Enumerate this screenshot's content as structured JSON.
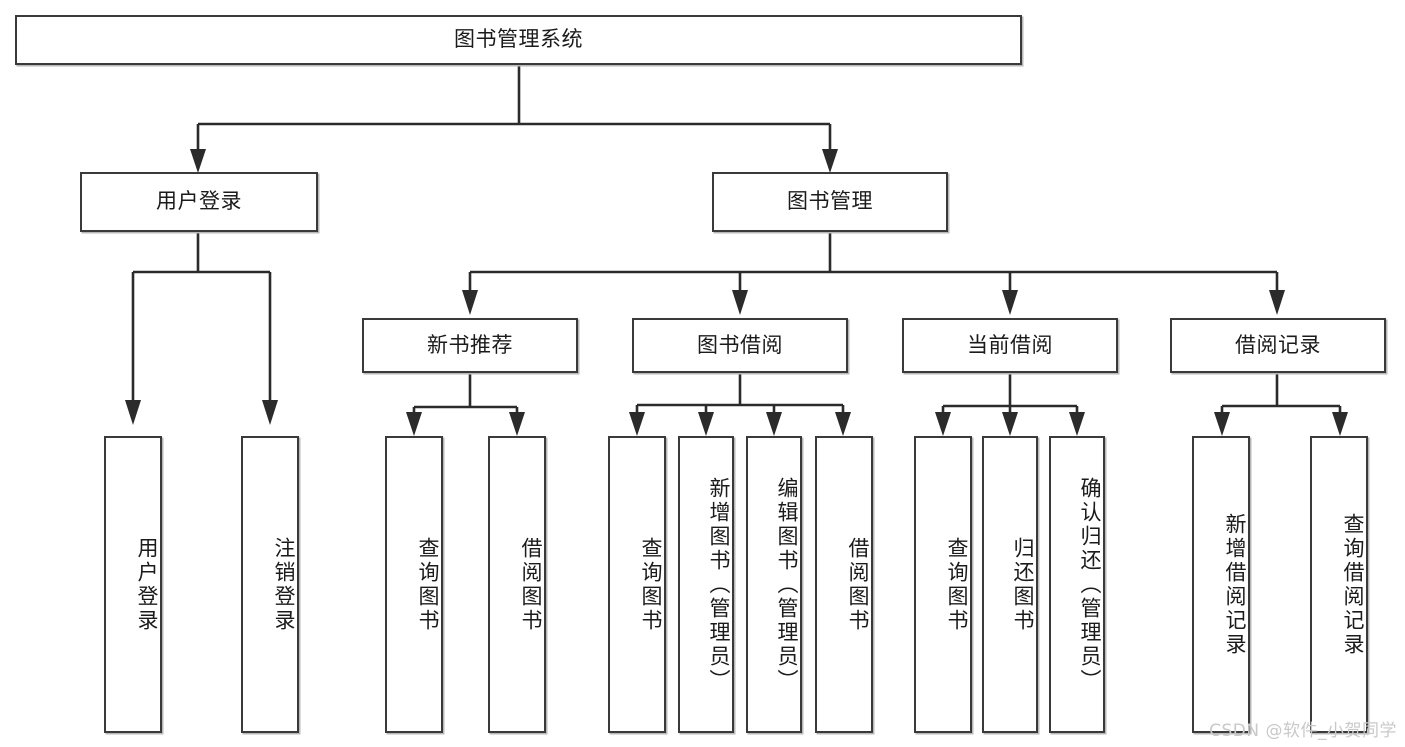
{
  "diagram": {
    "title": "图书管理系统",
    "type": "tree-hierarchy",
    "watermark": "CSDN @软件_小贺同学",
    "colors": {
      "background": "#ffffff",
      "box_border": "#3a3a3a",
      "box_fill": "#ffffff",
      "edge": "#2b2b2b",
      "text": "#1b1b1b",
      "watermark": "#c9c9c9"
    },
    "nodes": {
      "root": {
        "label": "图书管理系统"
      },
      "level2": [
        {
          "id": "user-login",
          "label": "用户登录"
        },
        {
          "id": "book-manage",
          "label": "图书管理"
        }
      ],
      "level3": [
        {
          "id": "new-book-recommend",
          "label": "新书推荐"
        },
        {
          "id": "book-borrow",
          "label": "图书借阅"
        },
        {
          "id": "current-borrow",
          "label": "当前借阅"
        },
        {
          "id": "borrow-record",
          "label": "借阅记录"
        }
      ],
      "leaves": {
        "user_login": [
          {
            "id": "leaf-user-login",
            "label": "用户登录"
          },
          {
            "id": "leaf-logout-login",
            "label": "注销登录"
          }
        ],
        "new_book_recommend": [
          {
            "id": "leaf-query-book-1",
            "label": "查询图书"
          },
          {
            "id": "leaf-borrow-book-1",
            "label": "借阅图书"
          }
        ],
        "book_borrow": [
          {
            "id": "leaf-query-book-2",
            "label": "查询图书"
          },
          {
            "id": "leaf-add-book",
            "label": "新增图书（管理员）"
          },
          {
            "id": "leaf-edit-book",
            "label": "编辑图书（管理员）"
          },
          {
            "id": "leaf-borrow-book-2",
            "label": "借阅图书"
          }
        ],
        "current_borrow": [
          {
            "id": "leaf-query-book-3",
            "label": "查询图书"
          },
          {
            "id": "leaf-return-book",
            "label": "归还图书"
          },
          {
            "id": "leaf-confirm-return",
            "label": "确认归还（管理员）"
          }
        ],
        "borrow_record": [
          {
            "id": "leaf-add-record",
            "label": "新增借阅记录"
          },
          {
            "id": "leaf-query-record",
            "label": "查询借阅记录"
          }
        ]
      }
    }
  }
}
